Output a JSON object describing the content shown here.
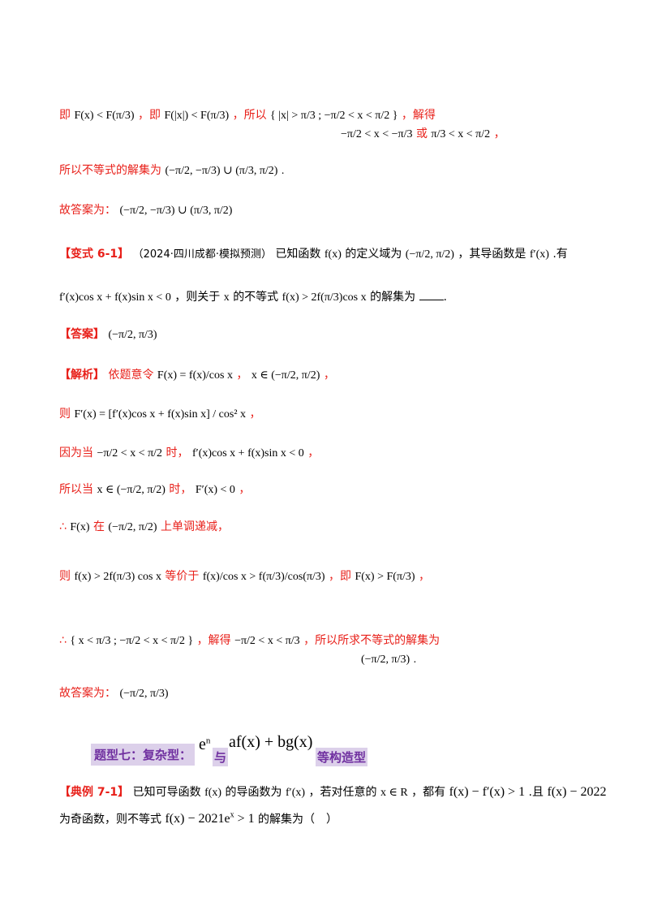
{
  "l1": {
    "a": "即",
    "b": "F(x) < F(π/3)",
    "c": "，即",
    "d": "F(|x|) < F(π/3)",
    "e": "，所以",
    "sys": "{ |x| > π/3 ; −π/2 < x < π/2 }",
    "f": "，解得",
    "g": "−π/2 < x < −π/3",
    "h": "或",
    "i": "π/3 < x < π/2",
    "j": "，"
  },
  "l2": {
    "a": "所以不等式的解集为",
    "b": "(−π/2, −π/3) ∪ (π/3, π/2)",
    "c": "."
  },
  "l3": {
    "a": "故答案为：",
    "b": "(−π/2, −π/3) ∪ (π/3, π/2)"
  },
  "v61": {
    "tag": "【变式 6-1】",
    "source": "（2024·四川成都·模拟预测）",
    "a": "已知函数",
    "b": "f(x)",
    "c": "的定义域为",
    "d": "(−π/2, π/2)",
    "e": "，其导函数是",
    "f": "f′(x)",
    "g": ".有"
  },
  "v61b": {
    "a": "f′(x)cos x + f(x)sin x < 0",
    "b": "，则关于",
    "c": "x",
    "d": "的不等式",
    "e": "f(x) > 2f(π/3)cos x",
    "f": "的解集为",
    "g": "."
  },
  "ans": {
    "tag": "【答案】",
    "val": "(−π/2, π/3)"
  },
  "jx": {
    "tag": "【解析】",
    "a": "依题意令",
    "b": "F(x) = f(x)/cos x",
    "c": "，",
    "d": "x ∈ (−π/2, π/2)",
    "e": "，"
  },
  "s2": {
    "a": "则",
    "b": "F′(x) = [f′(x)cos x + f(x)sin x] / cos² x",
    "c": "，"
  },
  "s3": {
    "a": "因为当",
    "b": "−π/2 < x < π/2",
    "c": "时，",
    "d": "f′(x)cos x + f(x)sin x < 0",
    "e": "，"
  },
  "s4": {
    "a": "所以当",
    "b": "x ∈ (−π/2, π/2)",
    "c": "时，",
    "d": "F′(x) < 0",
    "e": "，"
  },
  "s5": {
    "a": "∴",
    "b": "F(x)",
    "c": "在",
    "d": "(−π/2, π/2)",
    "e": "上单调递减，"
  },
  "s6": {
    "a": "则",
    "b": "f(x) > 2f(π/3) cos x",
    "c": "等价于",
    "d": "f(x)/cos x > f(π/3)/cos(π/3)",
    "e": "，即",
    "f": "F(x) > F(π/3)",
    "g": "，"
  },
  "s7": {
    "a": "∴",
    "sys": "{ x < π/3 ; −π/2 < x < π/2 }",
    "b": "，解得",
    "c": "−π/2 < x < π/3",
    "d": "，所以所求不等式的解集为",
    "e": "(−π/2, π/3)",
    "f": "."
  },
  "s8": {
    "a": "故答案为：",
    "b": "(−π/2, π/3)"
  },
  "h7": {
    "a": "题型七：复杂型：",
    "b": "e",
    "c": "n",
    "d": "与",
    "e": "af(x) + bg(x)",
    "f": "等构造型"
  },
  "e71": {
    "tag": "【典例 7-1】",
    "a": "已知可导函数",
    "b": "f(x)",
    "c": "的导函数为",
    "d": "f′(x)",
    "e": "，若对任意的",
    "f": "x ∈ R",
    "g": "，都有",
    "h": "f(x) − f′(x) > 1",
    "i": ".且",
    "j": "f(x) − 2022"
  },
  "e71b": {
    "a": "为奇函数，则不等式",
    "b": "f(x) − 2021e",
    "c": "x",
    "d": " > 1",
    "e": "的解集为（　）"
  }
}
